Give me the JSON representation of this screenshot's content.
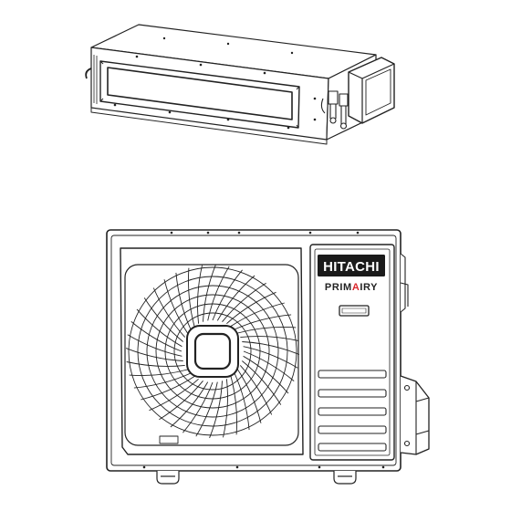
{
  "indoor_unit": {
    "name": "ducted-indoor-unit"
  },
  "outdoor_unit": {
    "logo_text": "HITACHI",
    "series_text_before": "PRIM",
    "series_text_accent": "A",
    "series_text_after": "IRY"
  },
  "colors": {
    "line": "#222222",
    "accent": "#d9262b",
    "logo_bg": "#1a1a1a",
    "background": "#ffffff"
  }
}
